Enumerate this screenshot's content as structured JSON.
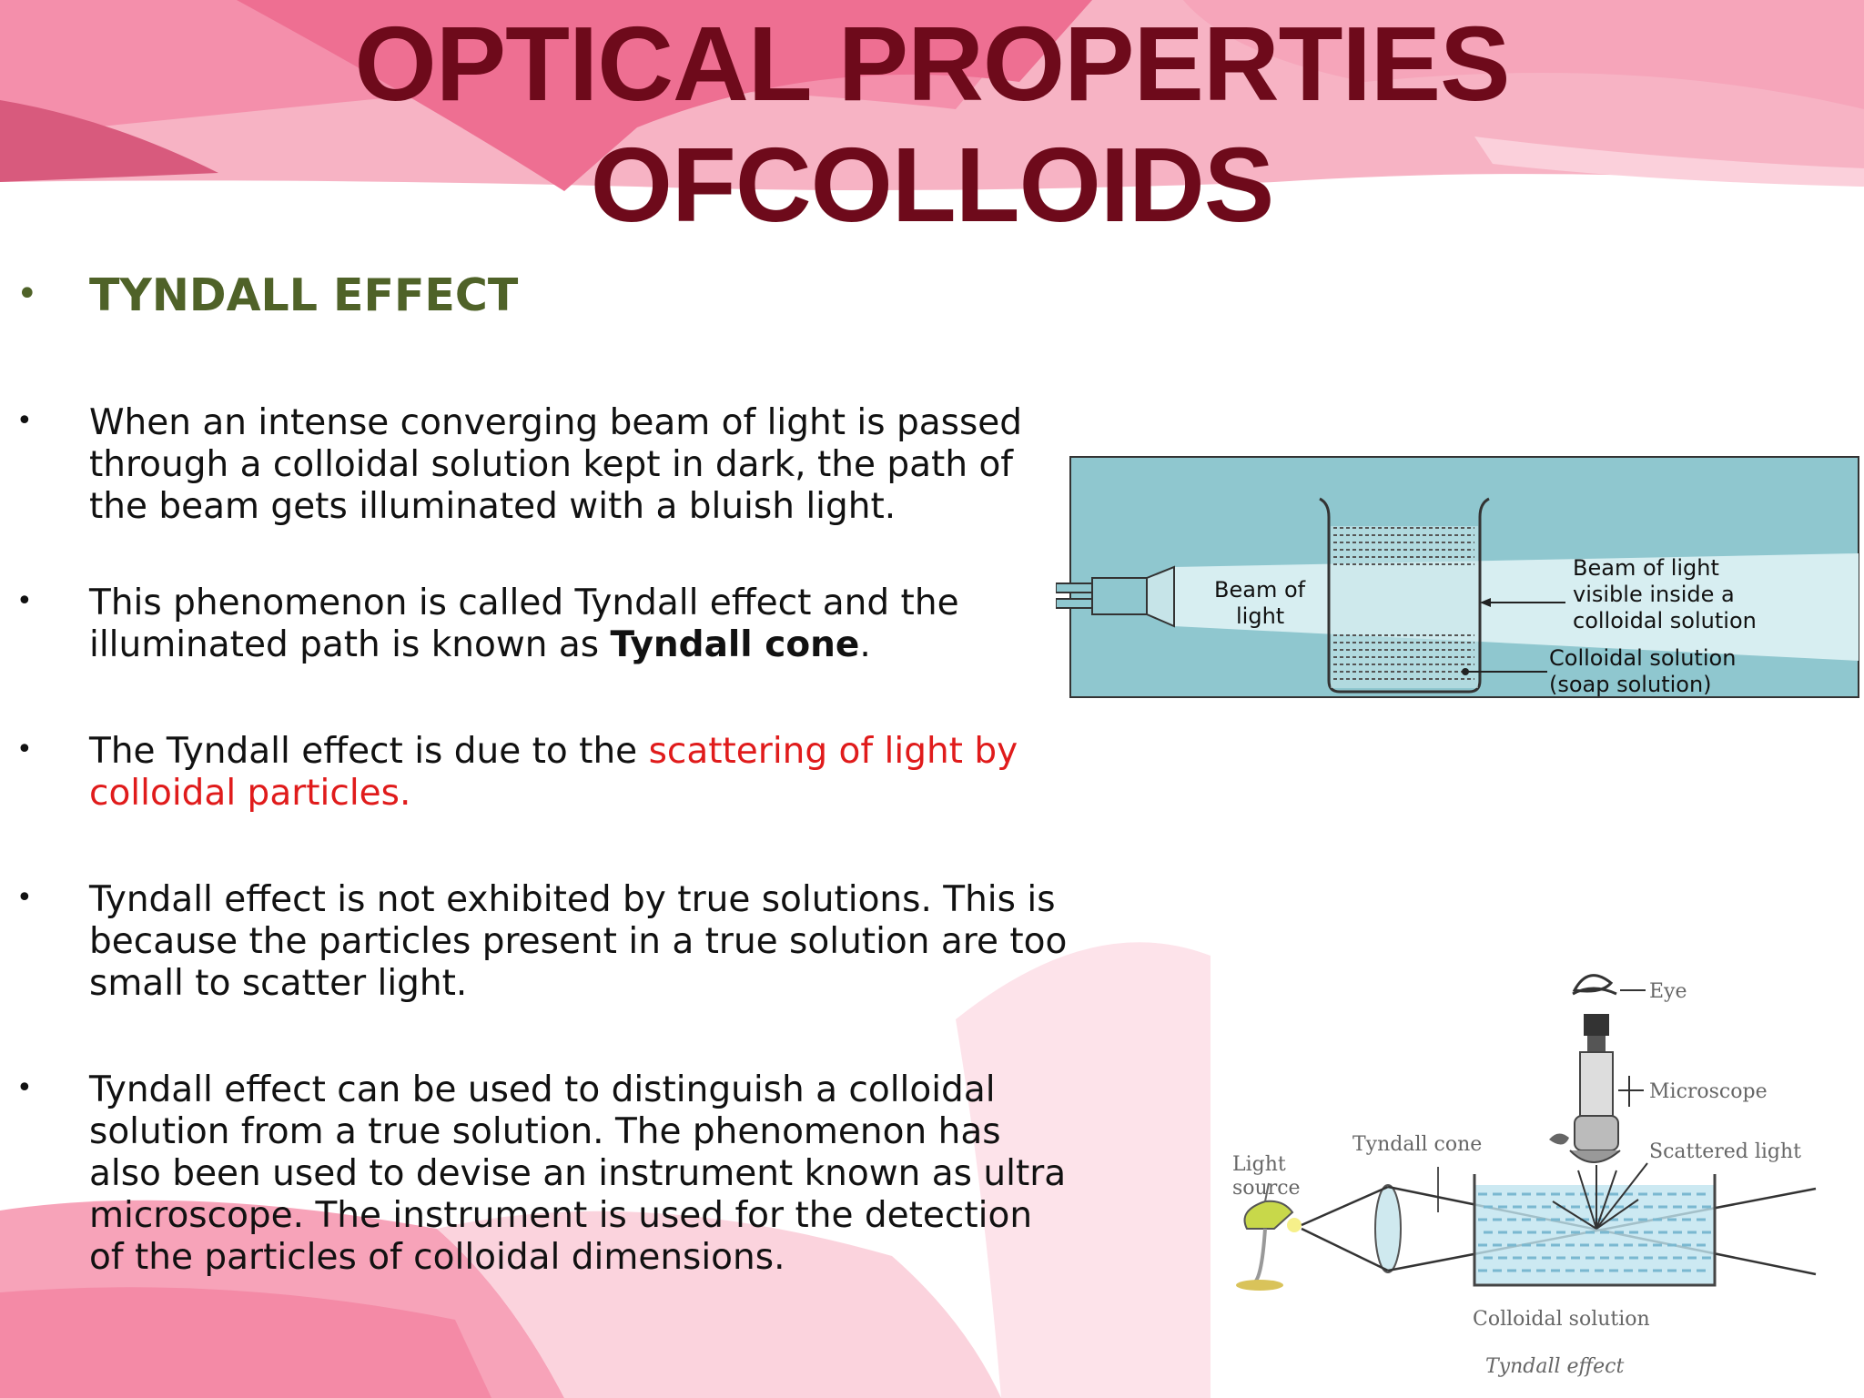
{
  "slide": {
    "title_line1": "OPTICAL PROPERTIES",
    "title_line2": "OFCOLLOIDS",
    "heading": "TYNDALL EFFECT",
    "bullets": [
      {
        "text": "When an intense converging beam of light is passed through a colloidal solution kept in dark, the path of the beam gets illuminated with a bluish light."
      },
      {
        "before": "This phenomenon is called Tyndall effect and the illuminated path is known as ",
        "bold": "Tyndall cone",
        "after": "."
      },
      {
        "before": "The Tyndall effect is due to the ",
        "red": "scattering of light by colloidal particles."
      },
      {
        "text": "Tyndall effect is not exhibited by true solutions. This is because the particles present in a true solution are too small to scatter light."
      },
      {
        "text": "Tyndall effect can be used to distinguish a colloidal solution from a true solution. The phenomenon has also been used to devise an instrument known as ultra microscope. The instrument is used for the detection of the particles of colloidal dimensions."
      }
    ]
  },
  "figure1": {
    "beam_label_line1": "Beam of",
    "beam_label_line2": "light",
    "visible_label_line1": "Beam of light",
    "visible_label_line2": "visible inside a",
    "visible_label_line3": "colloidal solution",
    "solution_label_line1": "Colloidal solution",
    "solution_label_line2": "(soap solution)"
  },
  "figure2": {
    "eye": "Eye",
    "microscope": "Microscope",
    "scattered_light": "Scattered light",
    "tyndall_cone": "Tyndall cone",
    "light_source_line1": "Light",
    "light_source_line2": "source",
    "colloidal_solution": "Colloidal solution",
    "caption": "Tyndall effect"
  },
  "colors": {
    "title": "#6e0a1b",
    "heading": "#4f6228",
    "highlight": "#e01b1b",
    "figure_bg": "#8fc7cf",
    "pink_decor": "#f29bb4"
  }
}
